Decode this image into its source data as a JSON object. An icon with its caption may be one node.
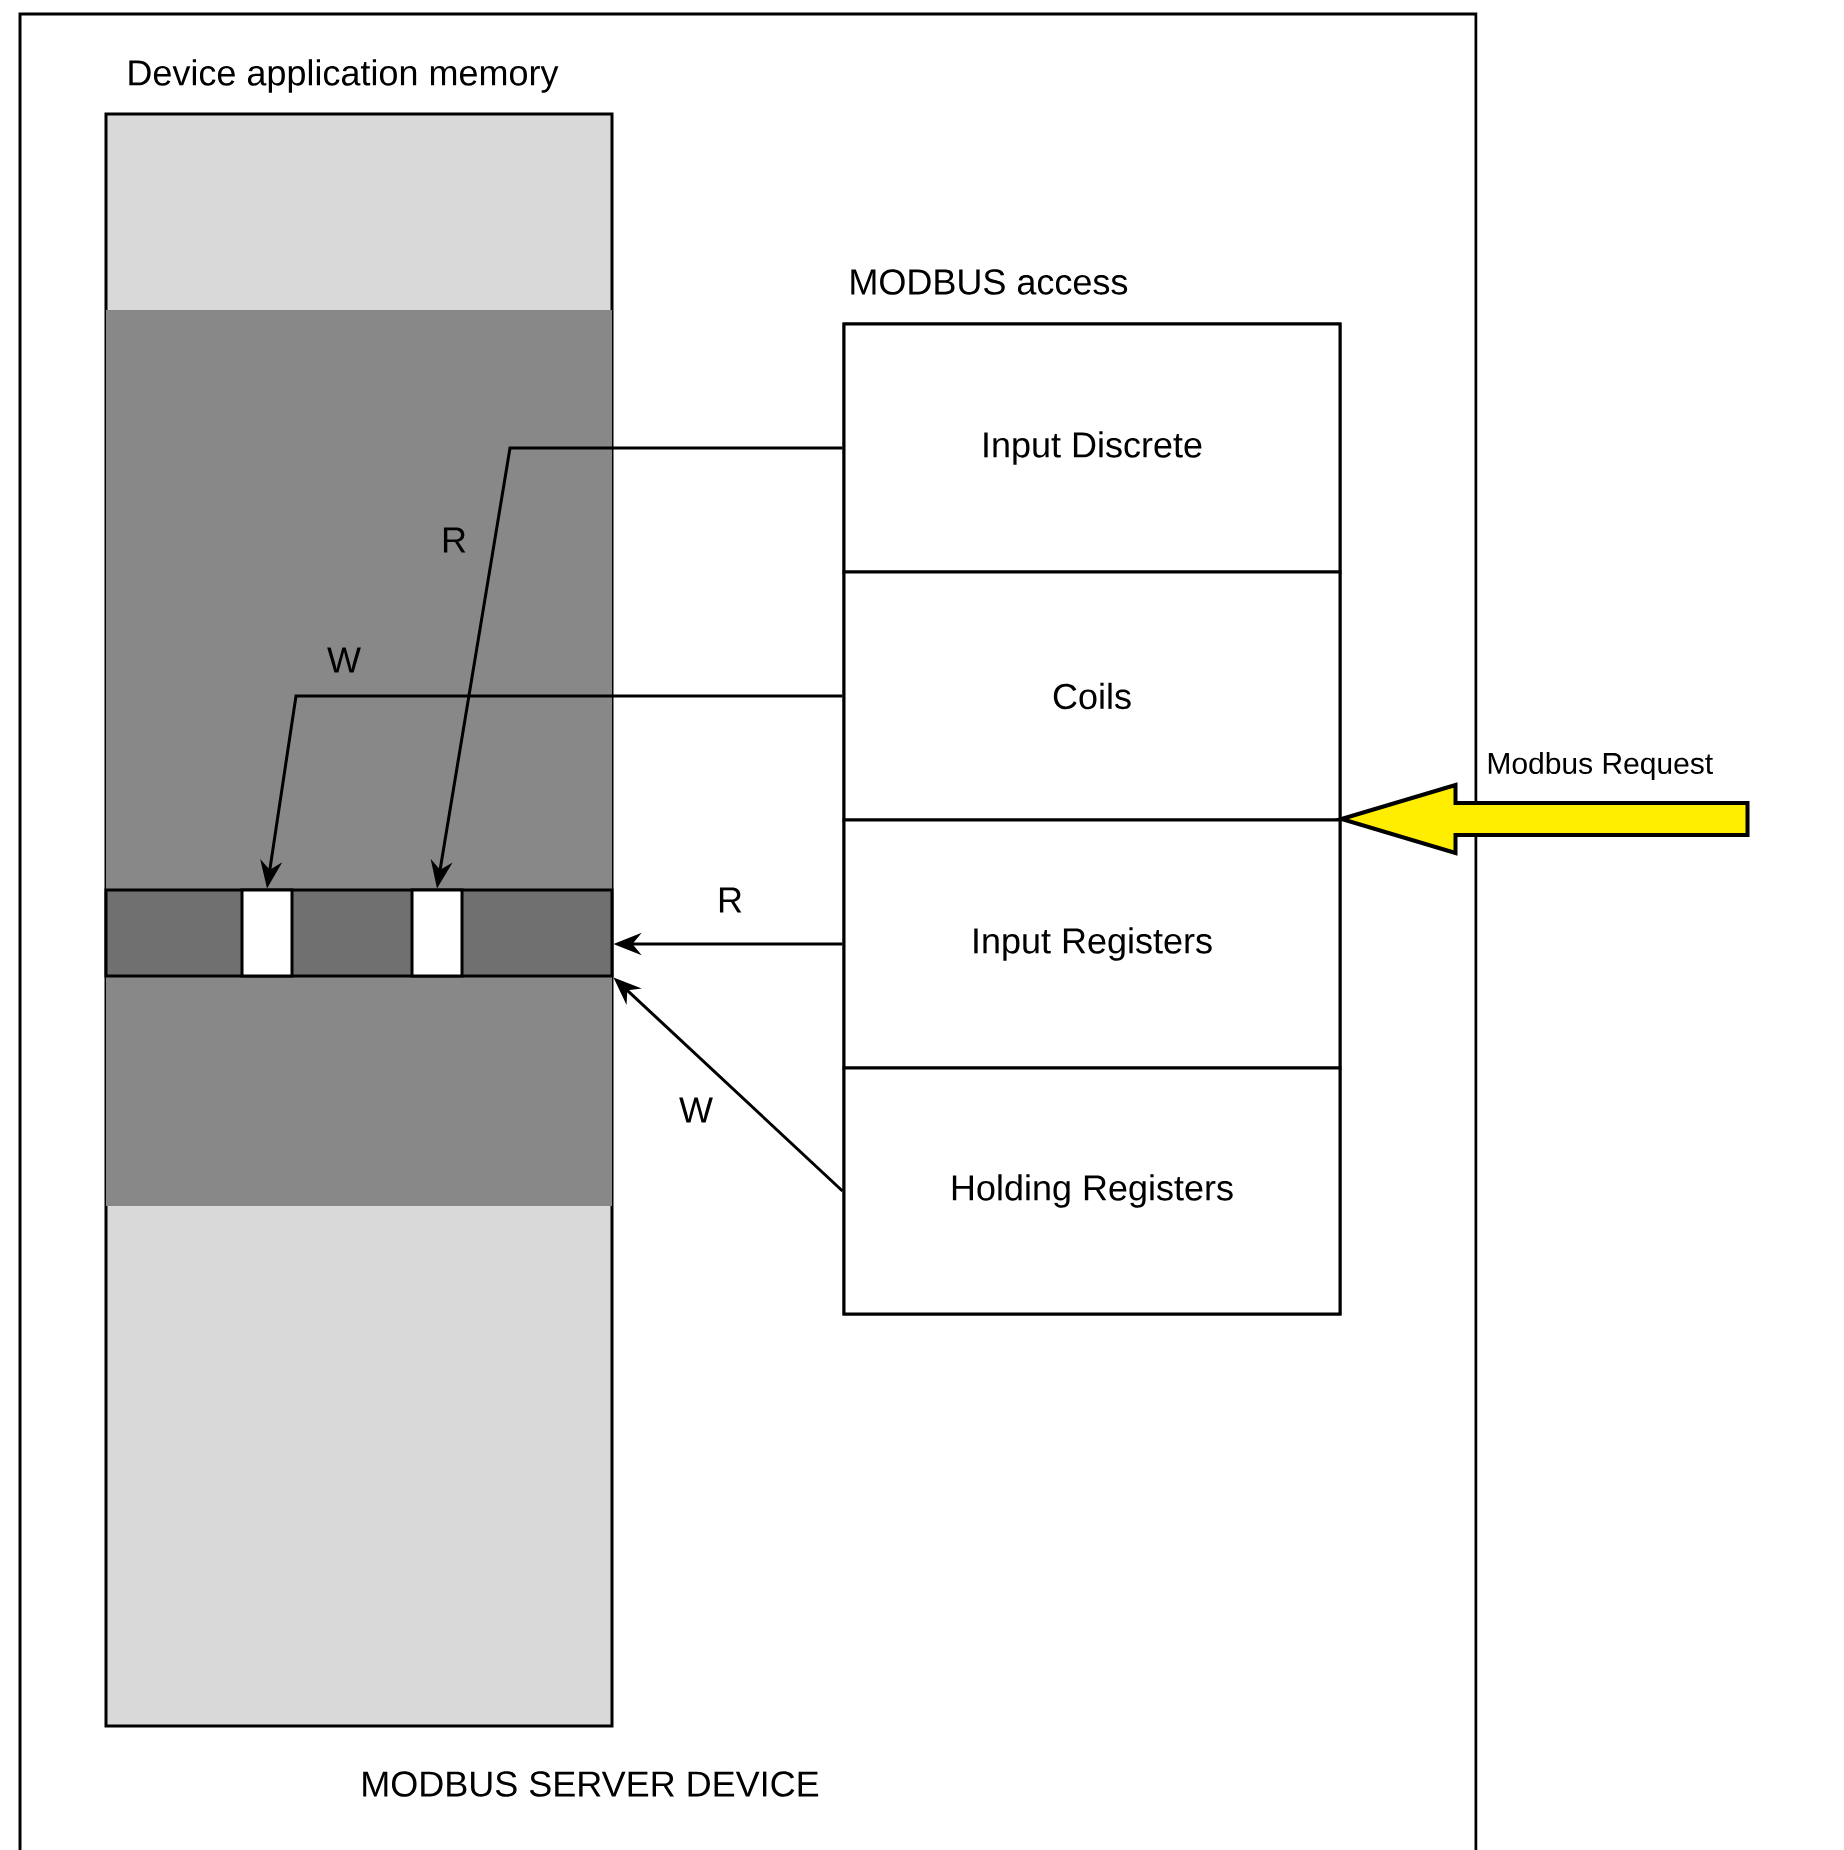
{
  "diagram": {
    "nodes": [
      {
        "text": [
          "MODBUS SERVER DEVICE"
        ]
      },
      {
        "text": [
          "Device application memory"
        ],
        "in": 0
      },
      {
        "text": [],
        "shape": "box",
        "in": 1
      },
      {
        "text": [],
        "shape": "bar",
        "in": 2
      },
      {
        "text": [],
        "shape": "box",
        "in": 3
      },
      {
        "text": [],
        "shape": "box",
        "in": 3
      },
      {
        "text": [
          "MODBUS access"
        ],
        "in": 0
      },
      {
        "text": [
          "Input Discrete"
        ],
        "in": 6
      },
      {
        "text": [
          "Coils"
        ],
        "in": 6
      },
      {
        "text": [
          "Input Registers"
        ],
        "in": 6
      },
      {
        "text": [
          "Holding Registers"
        ],
        "in": 6
      }
    ],
    "edges": [
      {
        "from": 7,
        "to": 5,
        "arrow": "to",
        "label": "R"
      },
      {
        "from": 8,
        "to": 4,
        "arrow": "to",
        "label": "W"
      },
      {
        "from": 9,
        "to": 3,
        "arrow": "to",
        "label": "R"
      },
      {
        "from": 10,
        "to": 3,
        "arrow": "to",
        "label": "W"
      },
      {
        "from": null,
        "to": 6,
        "arrow": "to",
        "label": "Modbus Request",
        "style": "thick",
        "color": "#ffee00"
      }
    ]
  }
}
